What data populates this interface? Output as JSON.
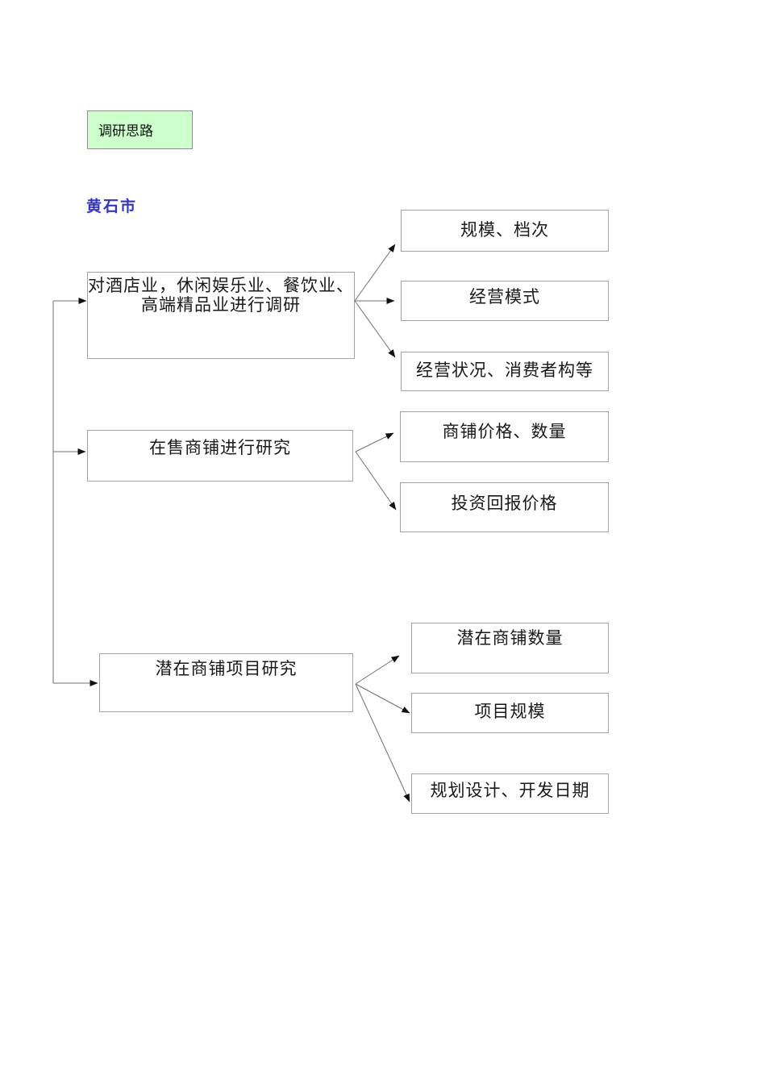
{
  "labels": {
    "research_tag": "调研思路",
    "city": "黄石市"
  },
  "nodes": {
    "left": [
      {
        "label": "对酒店业，休闲娱乐业、餐饮业、高端精品业进行调研"
      },
      {
        "label": "在售商铺进行研究"
      },
      {
        "label": "潜在商铺项目研究"
      }
    ],
    "right": [
      {
        "label": "规模、档次"
      },
      {
        "label": "经营模式"
      },
      {
        "label": "经营状况、消费者构等"
      },
      {
        "label": "商铺价格、数量"
      },
      {
        "label": "投资回报价格"
      },
      {
        "label": "潜在商铺数量"
      },
      {
        "label": "项目规模"
      },
      {
        "label": "规划设计、开发日期"
      }
    ]
  },
  "colors": {
    "tag_bg": "#ccffcc",
    "tag_border": "#8f8f8f",
    "city_text": "#3333cc",
    "box_border": "#a3a3a3",
    "line": "#707070",
    "arrow": "#111111"
  }
}
